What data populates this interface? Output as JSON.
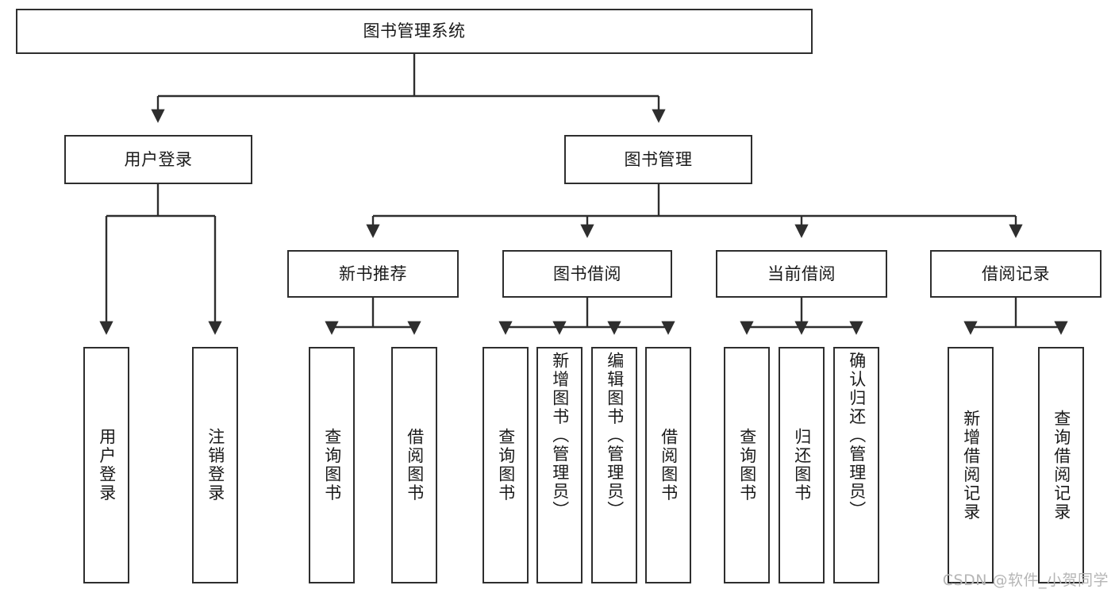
{
  "diagram": {
    "title": "图书管理系统",
    "type": "functional-structure-tree",
    "root": {
      "id": "root",
      "label": "图书管理系统"
    },
    "level2": [
      {
        "id": "user-login",
        "label": "用户登录"
      },
      {
        "id": "book-manage",
        "label": "图书管理"
      }
    ],
    "level3": [
      {
        "id": "new-book-recommend",
        "label": "新书推荐"
      },
      {
        "id": "book-borrow",
        "label": "图书借阅"
      },
      {
        "id": "current-borrow",
        "label": "当前借阅"
      },
      {
        "id": "borrow-record",
        "label": "借阅记录"
      }
    ],
    "leaves": {
      "user_login": [
        {
          "id": "leaf-user-login",
          "label": "用户登录"
        },
        {
          "id": "leaf-logout-login",
          "label": "注销登录"
        }
      ],
      "new_book_recommend": [
        {
          "id": "leaf-query-book-1",
          "label": "查询图书"
        },
        {
          "id": "leaf-borrow-book-1",
          "label": "借阅图书"
        }
      ],
      "book_borrow": [
        {
          "id": "leaf-query-book-2",
          "label": "查询图书"
        },
        {
          "id": "leaf-add-book",
          "label": "新增图书（管理员）"
        },
        {
          "id": "leaf-edit-book",
          "label": "编辑图书（管理员）"
        },
        {
          "id": "leaf-borrow-book-2",
          "label": "借阅图书"
        }
      ],
      "current_borrow": [
        {
          "id": "leaf-query-book-3",
          "label": "查询图书"
        },
        {
          "id": "leaf-return-book",
          "label": "归还图书"
        },
        {
          "id": "leaf-confirm-return",
          "label": "确认归还（管理员）"
        }
      ],
      "borrow_record": [
        {
          "id": "leaf-add-record",
          "label": "新增借阅记录"
        },
        {
          "id": "leaf-query-record",
          "label": "查询借阅记录"
        }
      ]
    },
    "colors": {
      "stroke": "#2e2e2e",
      "fill": "#ffffff",
      "text": "#1a1a1a",
      "watermark": "#b6b6b6"
    }
  },
  "watermark": {
    "text": "CSDN @软件_小贺同学"
  }
}
